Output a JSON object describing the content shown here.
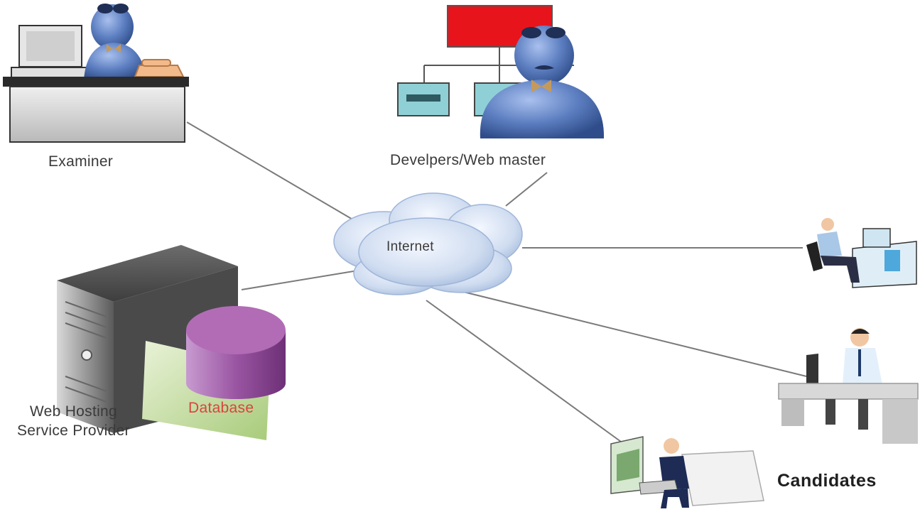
{
  "labels": {
    "examiner": "Examiner",
    "developers": "Develpers/Web master",
    "internet": "Internet",
    "hosting_line1": "Web Hosting",
    "hosting_line2": "Service Provider",
    "database": "Database",
    "candidates": "Candidates"
  },
  "colors": {
    "person": "#5d7fc1",
    "person_dark": "#3e5f9e",
    "org_chart_top": "#e8141c",
    "org_chart_box": "#5aa9b3",
    "database_top": "#b26cb6",
    "database_body": "#9a55a2",
    "connector": "#7a7a7a",
    "cloud": "#c5d6ee"
  },
  "icons": {
    "examiner": "examiner-at-desk-icon",
    "developer": "developer-with-org-chart-icon",
    "internet": "cloud-icon",
    "server": "server-tower-icon",
    "database": "database-cylinder-icon",
    "candidates": [
      "candidate-at-desk-icon",
      "candidate-on-laptop-icon",
      "candidate-on-couch-icon"
    ]
  }
}
